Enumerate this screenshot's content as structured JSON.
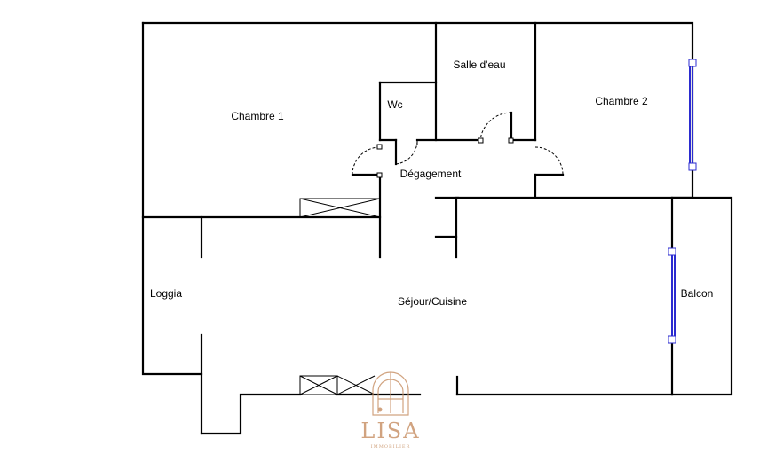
{
  "rooms": {
    "chambre1": "Chambre 1",
    "salle_eau": "Salle d'eau",
    "wc": "Wc",
    "chambre2": "Chambre 2",
    "degagement": "Dégagement",
    "loggia": "Loggia",
    "sejour": "Séjour/Cuisine",
    "balcon": "Balcon"
  },
  "watermark": {
    "brand": "LISA",
    "tagline": "IMMOBILIER",
    "color": "#c9946a"
  },
  "colors": {
    "wall": "#000000",
    "window": "#2b2bd0"
  }
}
